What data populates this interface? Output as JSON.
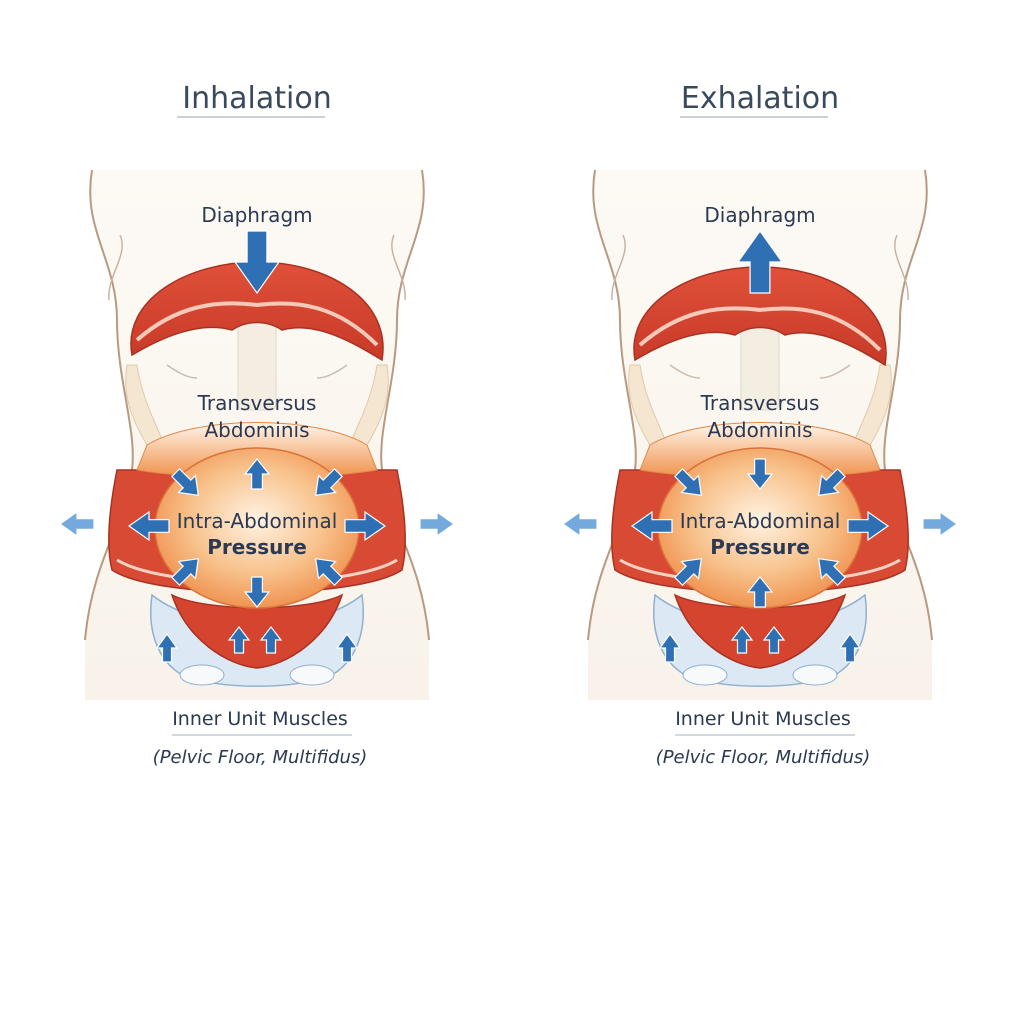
{
  "colors": {
    "arrow": "#2f6fb3",
    "muscle": "#d9452f",
    "orange": "#f29a55",
    "skin": "#fbf6ef",
    "bone": "#dce8f3",
    "text": "#2b3a52"
  },
  "panels": [
    {
      "title": "Inhalation",
      "diaphragm_label": "Diaphragm",
      "ta_label_line1": "Transversus",
      "ta_label_line2": "Abdominis",
      "iap_label_line1": "Intra-Abdominal",
      "iap_label_line2": "Pressure",
      "caption_line1": "Inner Unit Muscles",
      "caption_line2": "(Pelvic Floor, Multifidus)",
      "diaphragm_arrow": "down",
      "iap_top_arrow": "up",
      "iap_bottom_arrow": "down"
    },
    {
      "title": "Exhalation",
      "diaphragm_label": "Diaphragm",
      "ta_label_line1": "Transversus",
      "ta_label_line2": "Abdominis",
      "iap_label_line1": "Intra-Abdominal",
      "iap_label_line2": "Pressure",
      "caption_line1": "Inner Unit Muscles",
      "caption_line2": "(Pelvic Floor, Multifidus)",
      "diaphragm_arrow": "up",
      "iap_top_arrow": "down",
      "iap_bottom_arrow": "up"
    }
  ]
}
